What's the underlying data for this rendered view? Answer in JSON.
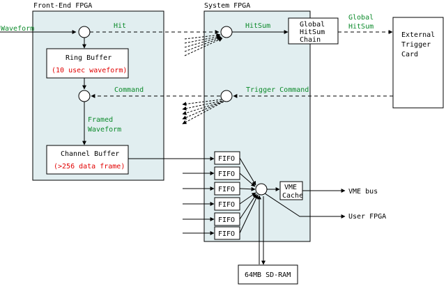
{
  "labels": {
    "front_end_title": "Front-End FPGA",
    "system_title": "System FPGA",
    "waveform_input": "Waveform",
    "hit": "Hit",
    "ring_buffer": "Ring Buffer",
    "ring_buffer_note": "(10 usec waveform)",
    "command": "Command",
    "framed_line1": "Framed",
    "framed_line2": "Waveform",
    "channel_buffer": "Channel Buffer",
    "channel_buffer_note": "(>256 data frame)",
    "hitsum": "HitSum",
    "global_chain_line1": "Global",
    "global_chain_line2": "HitSum",
    "global_chain_line3": "Chain",
    "global_hitsum_line1": "Global",
    "global_hitsum_line2": "HitSum",
    "trigger_card_line1": "External",
    "trigger_card_line2": "Trigger",
    "trigger_card_line3": "Card",
    "trigger_command": "Trigger Command",
    "fifo": "FIFO",
    "vme_cache_line1": "VME",
    "vme_cache_line2": "Cache",
    "vme_bus": "VME bus",
    "user_fpga": "User FPGA",
    "sdram": "64MB SD-RAM"
  },
  "colors": {
    "fpga_fill": "#e1eef0",
    "line": "#000000",
    "green_text": "#0b8a2a",
    "red_text": "#e10000"
  }
}
